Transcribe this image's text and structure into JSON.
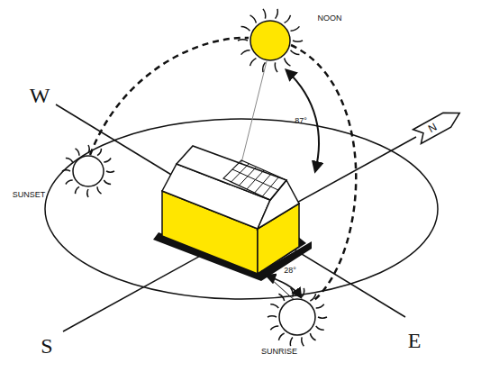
{
  "diagram": {
    "labels": [
      "W",
      "NOON",
      "87°",
      "SUNSET",
      "28°",
      "SUNRISE",
      "S",
      "E",
      "N"
    ]
  }
}
